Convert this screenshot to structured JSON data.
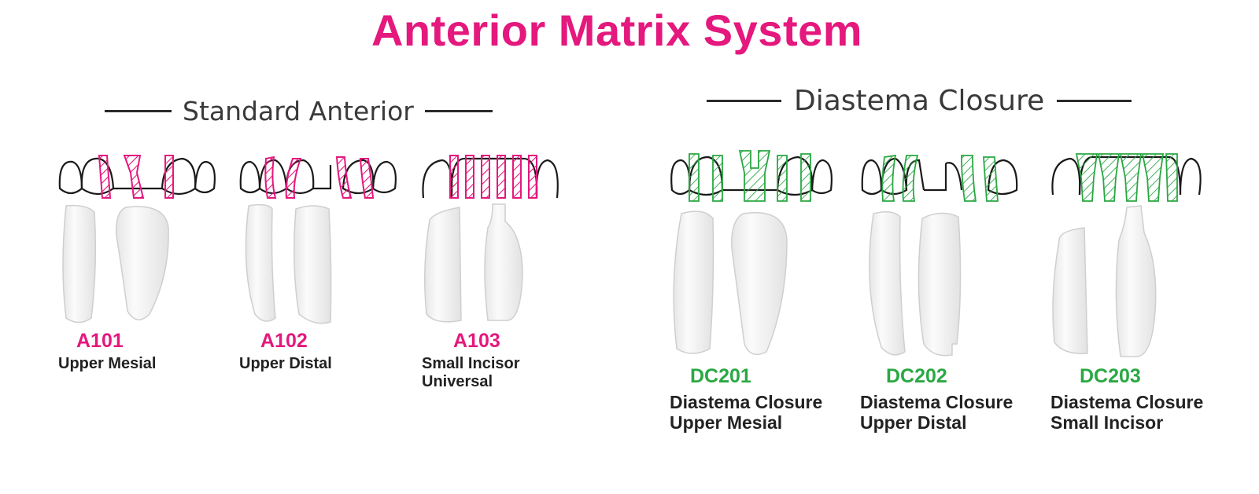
{
  "title": "Anterior Matrix System",
  "sections": {
    "standard": {
      "label": "Standard Anterior"
    },
    "diastema": {
      "label": "Diastema Closure"
    }
  },
  "colors": {
    "standard_accent": "#e4187d",
    "diastema_accent": "#2aa843",
    "outline": "#1a1a1a"
  },
  "standard_items": [
    {
      "code": "A101",
      "line1": "Upper Mesial",
      "line2": ""
    },
    {
      "code": "A102",
      "line1": "Upper Distal",
      "line2": ""
    },
    {
      "code": "A103",
      "line1": "Small Incisor",
      "line2": "Universal"
    }
  ],
  "diastema_items": [
    {
      "code": "DC201",
      "line1": "Diastema Closure",
      "line2": "Upper Mesial"
    },
    {
      "code": "DC202",
      "line1": "Diastema Closure",
      "line2": "Upper Distal"
    },
    {
      "code": "DC203",
      "line1": "Diastema Closure",
      "line2": "Small Incisor"
    }
  ]
}
